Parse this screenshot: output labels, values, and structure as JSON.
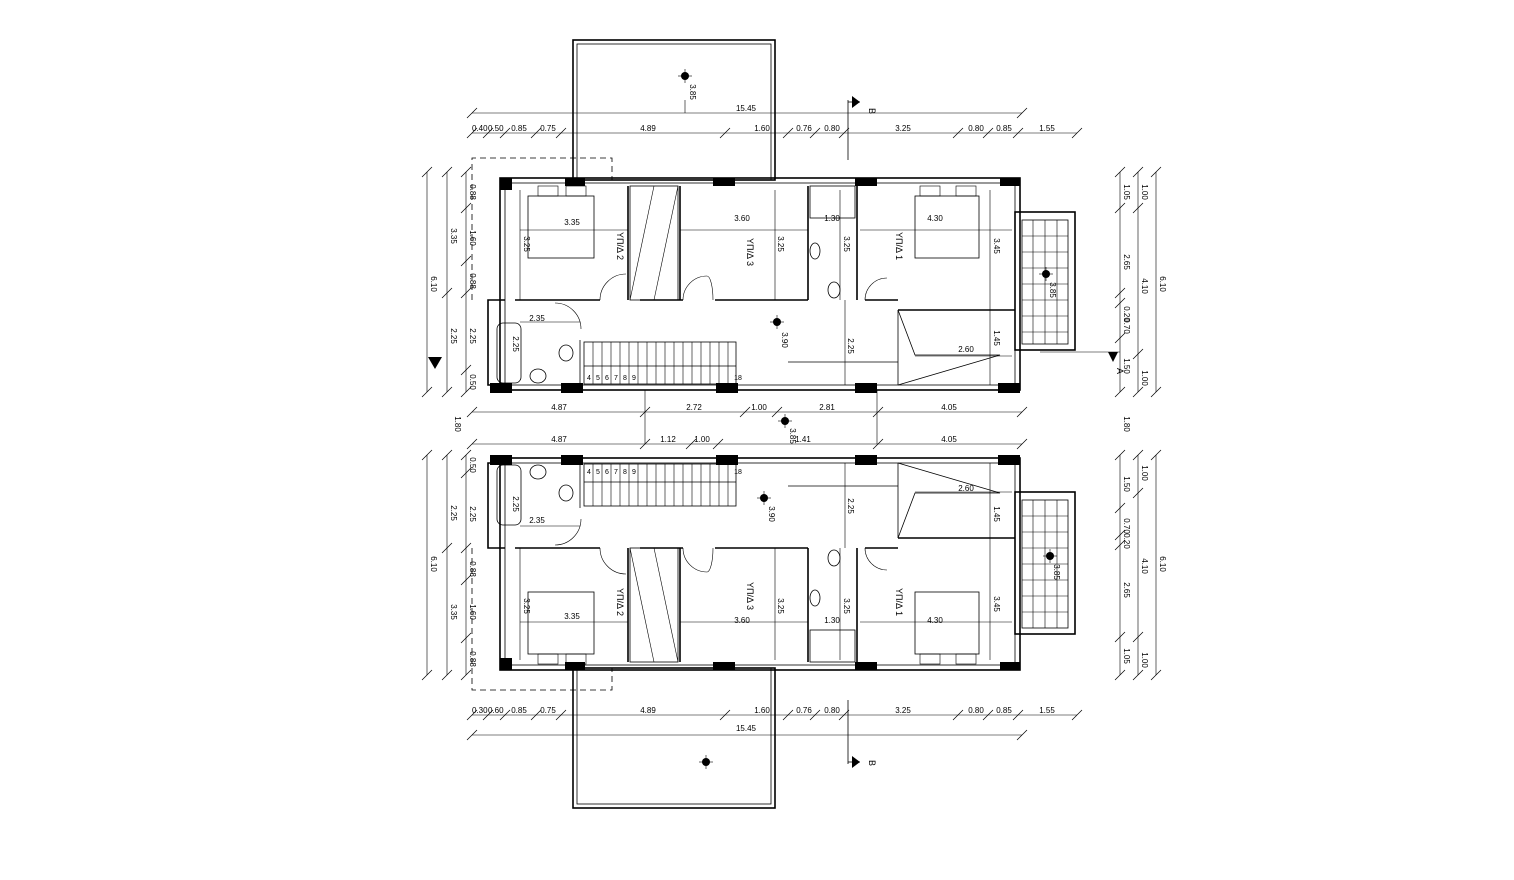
{
  "colors": {
    "ink": "#000000",
    "paper": "#ffffff"
  },
  "icons": [
    "elevation-marker-icon",
    "section-arrow-icon",
    "door-swing-icon",
    "bed-icon",
    "bathtub-icon",
    "toilet-icon",
    "basin-icon"
  ],
  "top_unit": {
    "overall_width": "15.45",
    "width_dims": [
      "0.40",
      "0.50",
      "0.85",
      "0.75",
      "4.89",
      "1.60",
      "0.76",
      "0.80",
      "3.25",
      "0.80",
      "0.85",
      "1.55"
    ],
    "left_dims": [
      "0.88",
      "1.60",
      "0.88",
      "2.25",
      "0.50"
    ],
    "left_sub_dims": [
      "3.35",
      "2.25"
    ],
    "left_overall": "6.10",
    "right_dims": [
      "1.05",
      "2.65",
      "0.20",
      "0.70",
      "1.50"
    ],
    "right_sub_dims": [
      "1.00",
      "4.10",
      "1.00"
    ],
    "right_overall": "6.10",
    "inner_bottom_dims": [
      "4.87",
      "2.72",
      "1.00",
      "2.81",
      "4.05"
    ],
    "rooms": [
      {
        "name": "ΥΠ/Δ 2",
        "width": "3.35",
        "depth": "3.25"
      },
      {
        "name": "ΥΠ/Δ 3",
        "width": "3.60",
        "depth": "3.25"
      },
      {
        "name": "ΥΠ/Δ 1",
        "width": "4.30",
        "depth": "3.45"
      }
    ],
    "bath": {
      "width": "1.30",
      "depth": "3.25"
    },
    "wc": {
      "width": "2.35",
      "depth": "2.25"
    },
    "hall_depth": "2.25",
    "landing": {
      "width": "2.60",
      "depth": "1.45"
    },
    "stair_numbers": [
      "4",
      "5",
      "6",
      "7",
      "8",
      "9",
      "18"
    ],
    "levels": [
      "3.85",
      "3.90",
      "3.85"
    ],
    "section_marks": [
      "B",
      "A"
    ]
  },
  "separation": "1.80",
  "bottom_unit": {
    "overall_width": "15.45",
    "width_dims": [
      "0.30",
      "0.60",
      "0.85",
      "0.75",
      "4.89",
      "1.60",
      "0.76",
      "0.80",
      "3.25",
      "0.80",
      "0.85",
      "1.55"
    ],
    "left_dims": [
      "0.50",
      "2.25",
      "0.88",
      "1.60",
      "0.88"
    ],
    "left_sub_dims": [
      "2.25",
      "3.35"
    ],
    "left_overall": "6.10",
    "right_dims": [
      "1.50",
      "0.70",
      "0.20",
      "2.65",
      "1.05"
    ],
    "right_sub_dims": [
      "1.00",
      "4.10",
      "1.00"
    ],
    "right_overall": "6.10",
    "inner_top_dims": [
      "4.87",
      "1.12",
      "1.00",
      "1.41",
      "4.05"
    ],
    "rooms": [
      {
        "name": "ΥΠ/Δ 2",
        "width": "3.35",
        "depth": "3.25"
      },
      {
        "name": "ΥΠ/Δ 3",
        "width": "3.60",
        "depth": "3.25"
      },
      {
        "name": "ΥΠ/Δ 1",
        "width": "4.30",
        "depth": "3.45"
      }
    ],
    "bath": {
      "width": "1.30",
      "depth": "3.25"
    },
    "wc": {
      "width": "2.35",
      "depth": "2.25"
    },
    "hall_depth": "2.25",
    "landing": {
      "width": "2.60",
      "depth": "1.45"
    },
    "stair_numbers": [
      "4",
      "5",
      "6",
      "7",
      "8",
      "9",
      "18"
    ],
    "levels": [
      "3.85",
      "3.90",
      "3.85"
    ],
    "section_marks": [
      "B"
    ]
  }
}
